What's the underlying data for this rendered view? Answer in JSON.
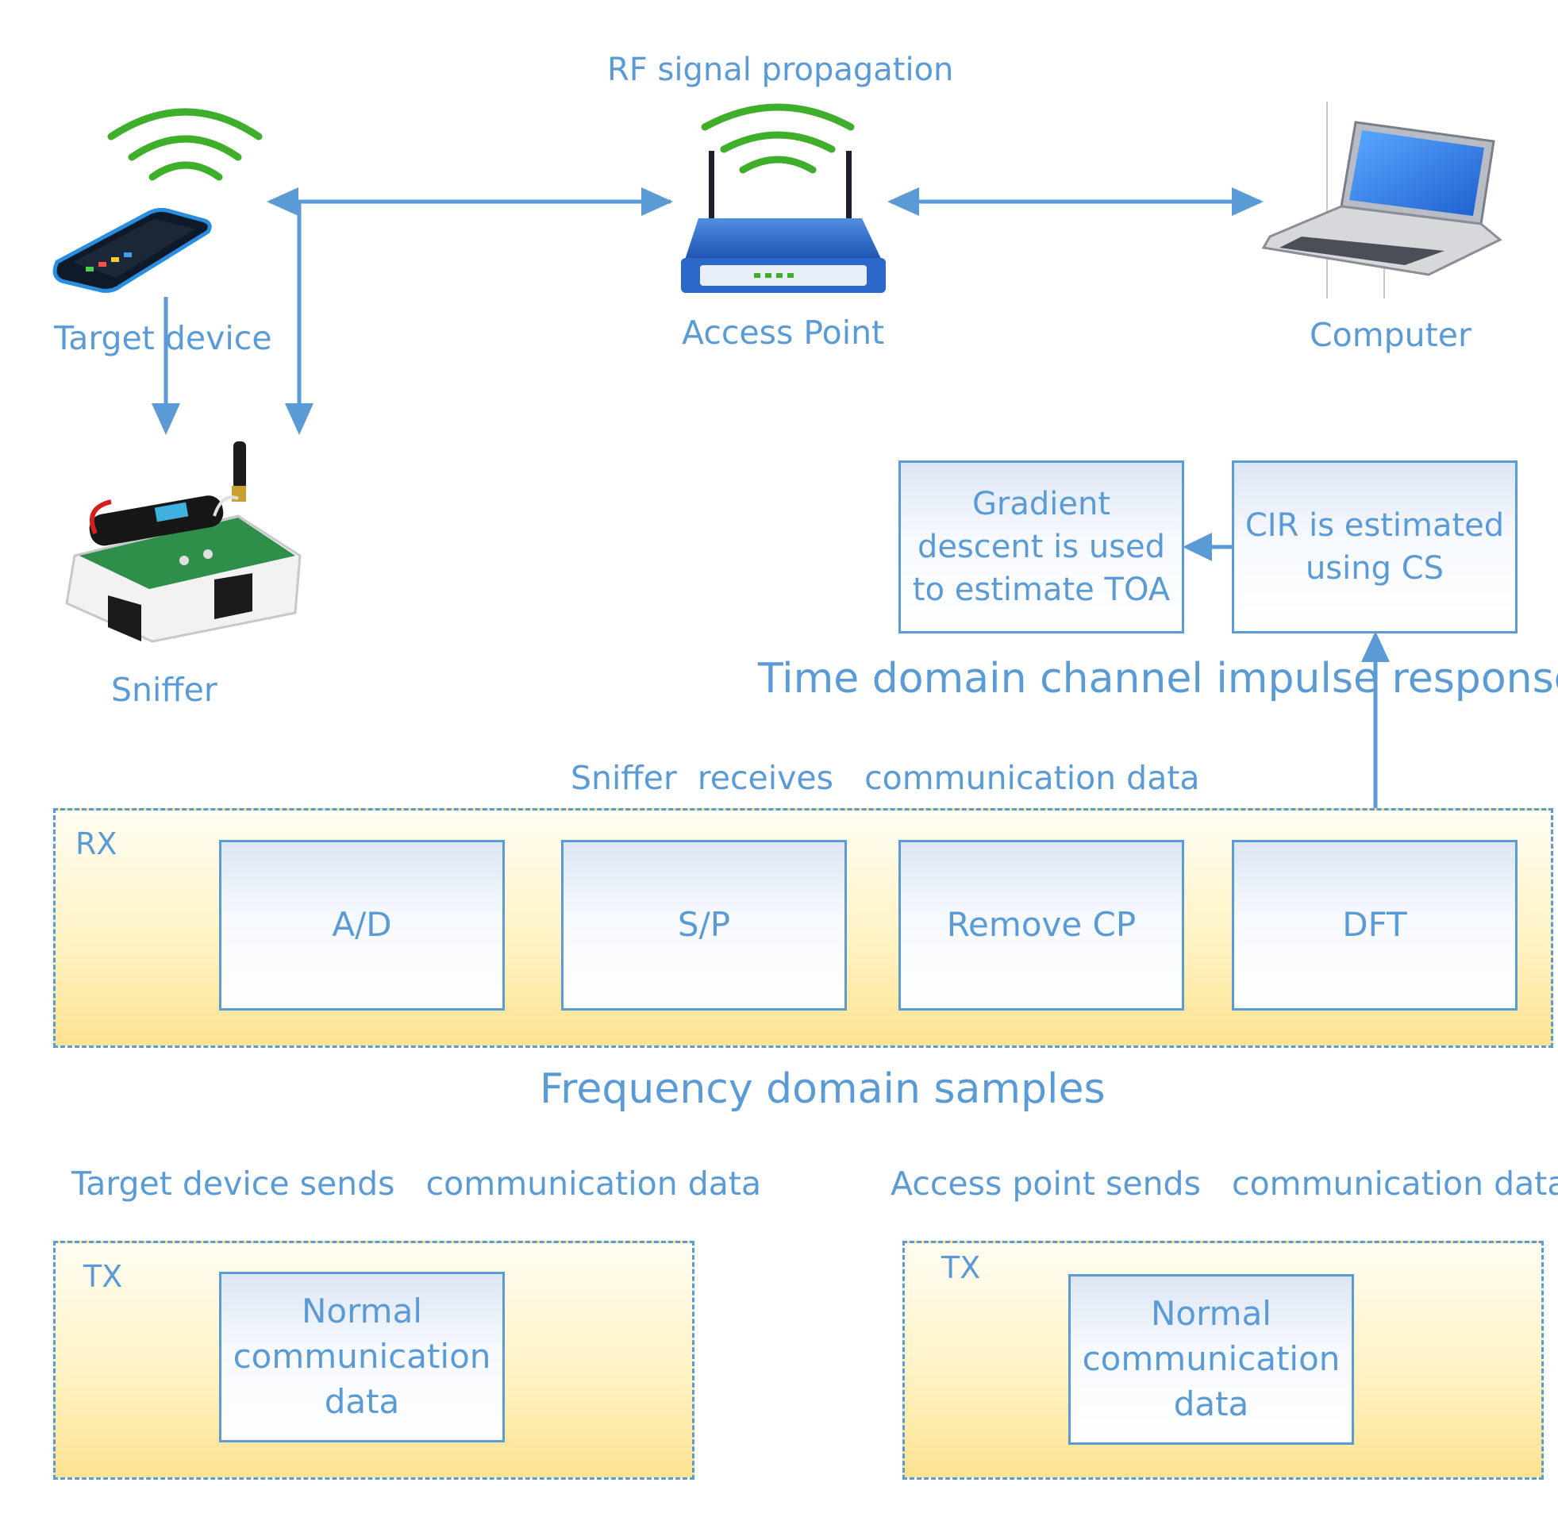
{
  "diagram": {
    "title_rf": "RF signal propagation",
    "devices": {
      "target_device": "Target device",
      "access_point": "Access Point",
      "computer": "Computer",
      "sniffer": "Sniffer"
    },
    "estimation": {
      "gradient_box": "Gradient\ndescent is used\nto estimate TOA",
      "cir_box": "CIR is estimated\nusing CS",
      "time_domain_label": "Time domain channel impulse response"
    },
    "receive_chain": {
      "caption": "Sniffer  receives   communication data",
      "antenna_label": "RX",
      "blocks": [
        "A/D",
        "S/P",
        "Remove CP",
        "DFT"
      ],
      "bottom_caption": "Frequency domain samples"
    },
    "transmit": {
      "target_caption": "Target device sends   communication data",
      "ap_caption": "Access point sends   communication data",
      "antenna_label": "TX",
      "data_box": "Normal\ncommunication\ndata"
    }
  },
  "colors": {
    "accent": "#5b9bd5",
    "wifi_arc": "#3fae2a",
    "panel": "#fde391"
  }
}
